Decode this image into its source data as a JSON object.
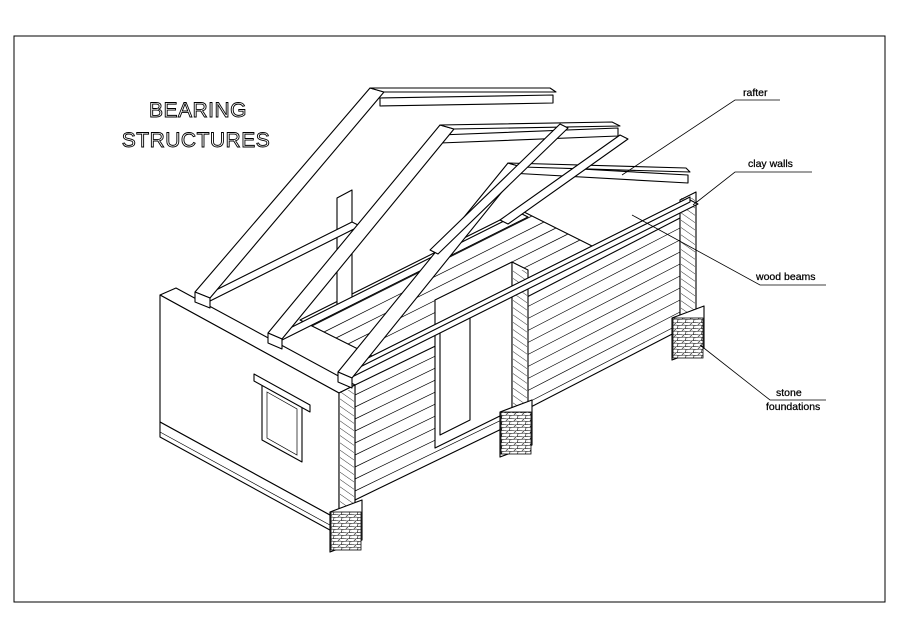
{
  "title": {
    "line1": "BEARING",
    "line2": "STRUCTURES"
  },
  "labels": {
    "rafter": "rafter",
    "clay_walls": "clay walls",
    "wood_beams": "wood beams",
    "stone_line1": "stone",
    "stone_line2": "foundations"
  },
  "colors": {
    "ink": "#000000",
    "paper": "#ffffff"
  }
}
